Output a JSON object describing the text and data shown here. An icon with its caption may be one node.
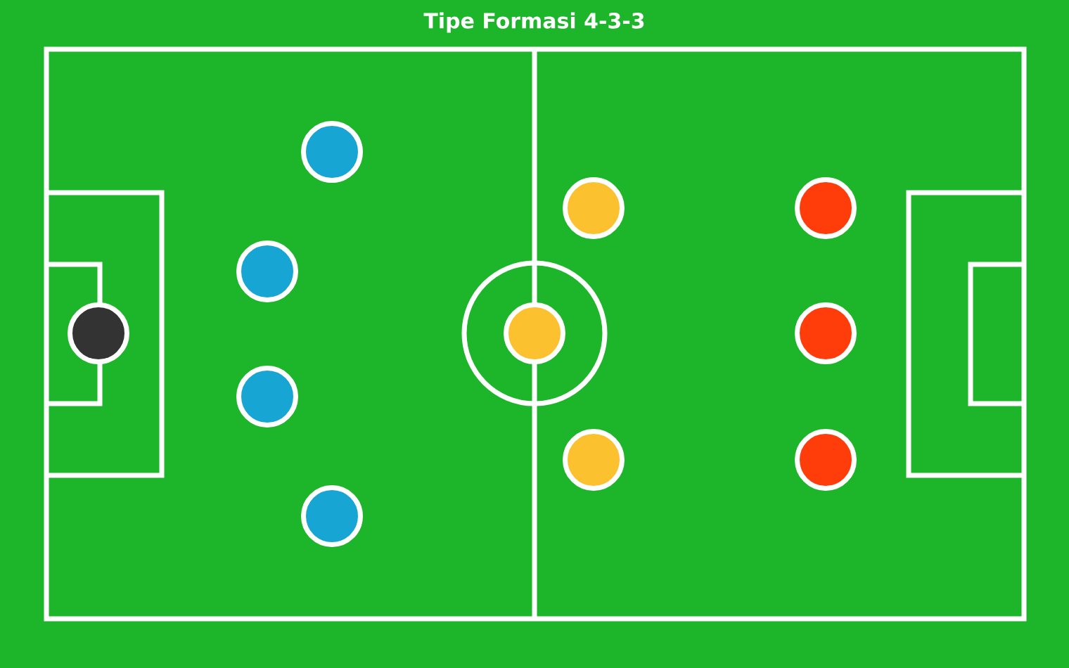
{
  "diagram": {
    "title": "Tipe Formasi 4-3-3",
    "nodes": [
      {
        "text": [],
        "shape": "circle"
      },
      {
        "text": [],
        "shape": "circle"
      },
      {
        "text": [],
        "shape": "circle"
      },
      {
        "text": [],
        "shape": "circle"
      },
      {
        "text": [],
        "shape": "circle"
      },
      {
        "text": [],
        "shape": "circle"
      },
      {
        "text": [],
        "shape": "circle"
      },
      {
        "text": [],
        "shape": "circle"
      },
      {
        "text": [],
        "shape": "circle"
      },
      {
        "text": [],
        "shape": "circle"
      },
      {
        "text": [],
        "shape": "circle"
      }
    ]
  }
}
